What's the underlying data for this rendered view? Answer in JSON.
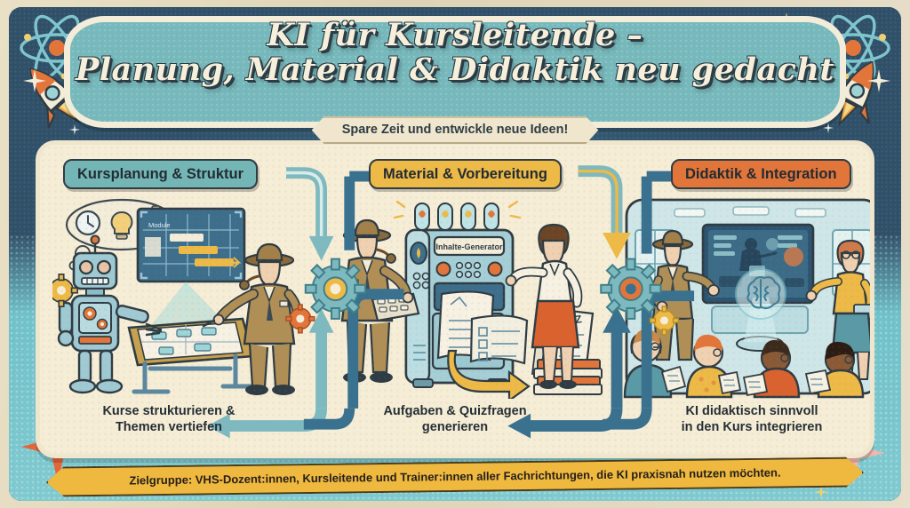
{
  "poster": {
    "title_line_1": "KI für Kursleitende –",
    "title_line_2": "Planung, Material & Didaktik neu gedacht",
    "subtitle": "Spare Zeit und entwickle neue Ideen!",
    "footer_banner": "Zielgruppe: VHS-Dozent:innen, Kursleitende und Trainer:innen aller Fachrichtungen, die KI praxisnah nutzen möchten."
  },
  "sections": [
    {
      "id": "kursplanung",
      "header": "Kursplanung & Struktur",
      "caption_line_1": "Kurse strukturieren &",
      "caption_line_2": "Themen vertiefen",
      "header_color": "#74b6b5",
      "illustration": "robot-planning-board-with-instructor",
      "labels": {
        "board": "Module"
      }
    },
    {
      "id": "material",
      "header": "Material & Vorbereitung",
      "caption_line_1": "Aufgaben & Quizfragen",
      "caption_line_2": "generieren",
      "header_color": "#edb947",
      "illustration": "retro-content-generator-machine",
      "labels": {
        "machine": "Inhalte-Generator",
        "sheet": "QUIZ"
      }
    },
    {
      "id": "didaktik",
      "header": "Didaktik & Integration",
      "caption_line_1": "KI didaktisch sinnvoll",
      "caption_line_2": "in den Kurs integrieren",
      "header_color": "#e2753a",
      "illustration": "classroom-with-hologram-brain",
      "labels": {}
    }
  ],
  "decorations": {
    "rocket_left": "rocket-icon",
    "rocket_right": "rocket-icon",
    "atom_left": "atom-icon",
    "atom_right": "atom-icon",
    "starburst_bottom_left": "starburst-icon",
    "star_bottom_right": "four-point-star-icon",
    "gear_connector_1": "gear-icon",
    "gear_connector_2": "gear-icon"
  },
  "palette": {
    "paper": "#e9e0c6",
    "navy": "#2f5068",
    "teal": "#76b8bb",
    "cream": "#f6edd6",
    "amber": "#edb947",
    "orange": "#e2753a",
    "ink": "#2f3c44",
    "banner": "#efb83f"
  }
}
